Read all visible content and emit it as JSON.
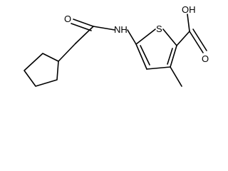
{
  "molecule": {
    "atom_labels": {
      "carbonyl_oxygen": "O",
      "amide_nh": "NH",
      "sulfur": "S",
      "hydroxyl": "OH",
      "acid_oxygen": "O"
    },
    "line_color": "#000000",
    "background": "#ffffff"
  }
}
